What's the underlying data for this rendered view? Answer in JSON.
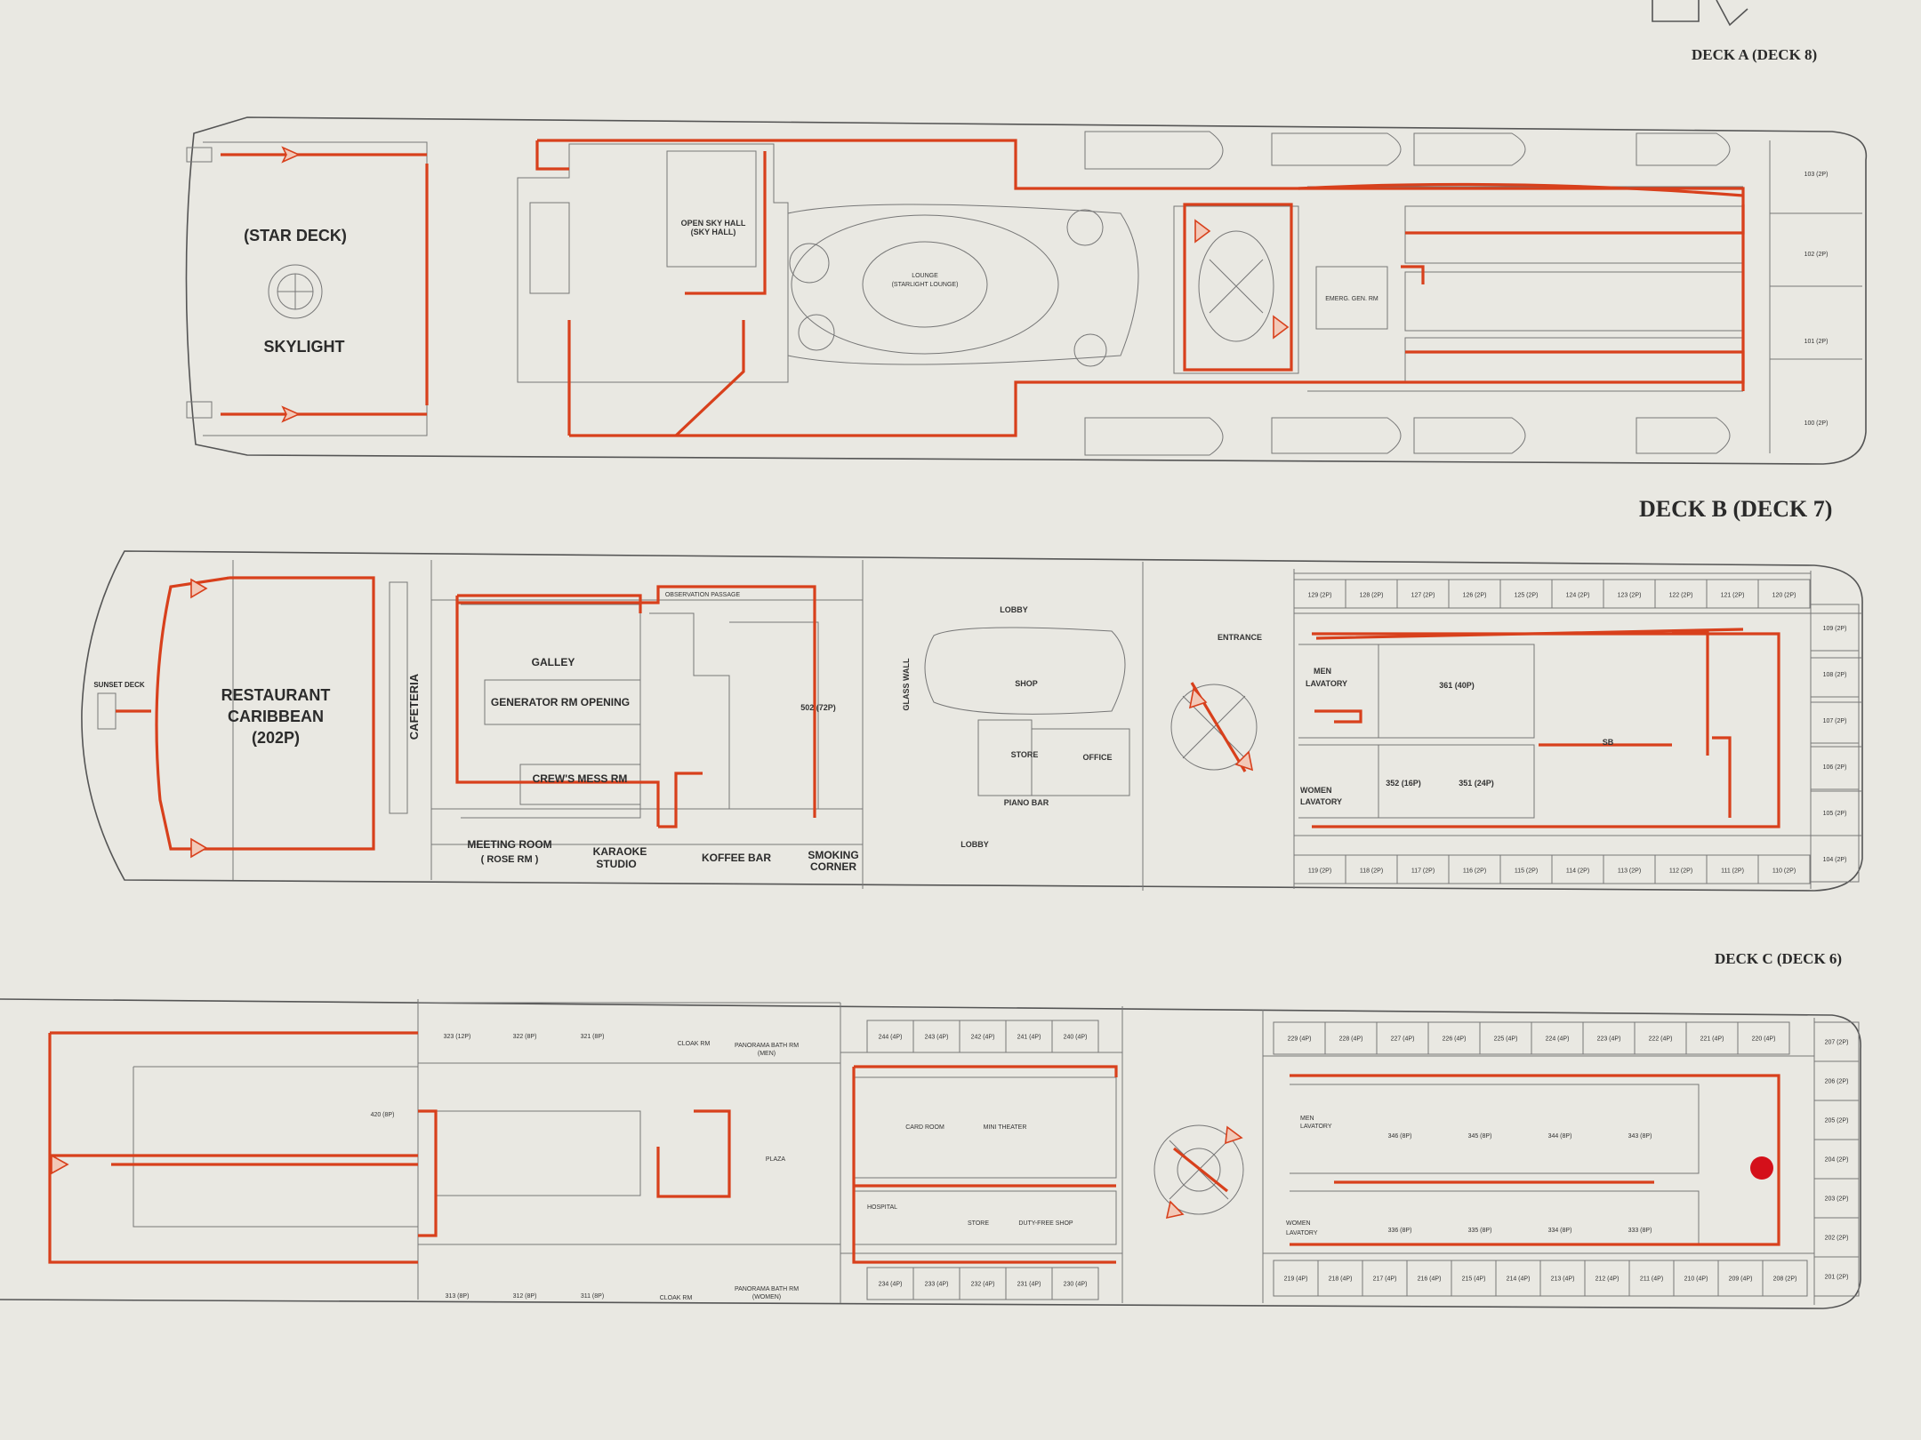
{
  "decks": {
    "a": {
      "title": "DECK A (DECK 8)"
    },
    "b": {
      "title": "DECK B (DECK 7)",
      "labels": {
        "star_deck": "(STAR DECK)",
        "skylight": "SKYLIGHT",
        "open_sky_hall": "OPEN SKY HALL",
        "sky_hall": "(SKY HALL)",
        "lounge": "LOUNGE",
        "starlight_lounge": "(STARLIGHT LOUNGE)",
        "emerg_gen": "EMERG. GEN. RM"
      },
      "cabins": [
        "103 (2P)",
        "102 (2P)",
        "101 (2P)",
        "100 (2P)"
      ]
    },
    "c": {
      "title": "DECK C (DECK 6)",
      "labels": {
        "sunset_deck": "SUNSET DECK",
        "restaurant": "RESTAURANT",
        "restaurant_name": "CARIBBEAN",
        "restaurant_cap": "(202P)",
        "cafeteria": "CAFETERIA",
        "observation_passage": "OBSERVATION PASSAGE",
        "galley": "GALLEY",
        "generator_opening": "GENERATOR RM OPENING",
        "crews_mess": "CREW'S MESS RM",
        "room_502": "502 (72P)",
        "meeting_room": "MEETING ROOM",
        "rose_rm": "( ROSE RM )",
        "karaoke": "KARAOKE",
        "studio": "STUDIO",
        "koffee_bar": "KOFFEE BAR",
        "smoking": "SMOKING",
        "corner": "CORNER",
        "glass_wall": "GLASS WALL",
        "lobby_top": "LOBBY",
        "shop": "SHOP",
        "store": "STORE",
        "office": "OFFICE",
        "piano_bar": "PIANO BAR",
        "lobby_bottom": "LOBBY",
        "entrance": "ENTRANCE",
        "men_lav_1": "MEN",
        "men_lav_2": "LAVATORY",
        "women_lav_1": "WOMEN",
        "women_lav_2": "LAVATORY",
        "room_361": "361 (40P)",
        "room_352": "352 (16P)",
        "room_351": "351 (24P)",
        "room_sb": "SB"
      },
      "cabins_top": [
        "129 (2P)",
        "128 (2P)",
        "127 (2P)",
        "126 (2P)",
        "125 (2P)",
        "124 (2P)",
        "123 (2P)",
        "122 (2P)",
        "121 (2P)",
        "120 (2P)"
      ],
      "cabins_bottom": [
        "119 (2P)",
        "118 (2P)",
        "117 (2P)",
        "116 (2P)",
        "115 (2P)",
        "114 (2P)",
        "113 (2P)",
        "112 (2P)",
        "111 (2P)",
        "110 (2P)"
      ],
      "cabins_bow": [
        "109 (2P)",
        "108 (2P)",
        "107 (2P)",
        "106 (2P)",
        "105 (2P)",
        "104 (2P)"
      ]
    },
    "d": {
      "labels": {
        "room_323": "323 (12P)",
        "room_322": "322 (8P)",
        "room_321": "321 (8P)",
        "room_313": "313 (8P)",
        "room_312": "312 (8P)",
        "room_311": "311 (8P)",
        "cloak_top": "CLOAK RM",
        "cloak_bottom": "CLOAK RM",
        "panorama_men": "PANORAMA BATH RM",
        "men": "(MEN)",
        "panorama_women": "PANORAMA BATH RM",
        "women": "(WOMEN)",
        "plaza": "PLAZA",
        "card_room": "CARD ROOM",
        "mini_theater": "MINI THEATER",
        "hospital": "HOSPITAL",
        "store": "STORE",
        "duty_free": "DUTY-FREE SHOP",
        "men_lav_1": "MEN",
        "men_lav_2": "LAVATORY",
        "women_lav_1": "WOMEN",
        "women_lav_2": "LAVATORY",
        "room_346": "346 (8P)",
        "room_345": "345 (8P)",
        "room_344": "344 (8P)",
        "room_343": "343 (8P)",
        "room_336": "336 (8P)",
        "room_335": "335 (8P)",
        "room_334": "334 (8P)",
        "room_333": "333 (8P)",
        "room_420": "420 (8P)"
      },
      "cabins_mid_top": [
        "244 (4P)",
        "243 (4P)",
        "242 (4P)",
        "241 (4P)",
        "240 (4P)"
      ],
      "cabins_mid_bottom": [
        "234 (4P)",
        "233 (4P)",
        "232 (4P)",
        "231 (4P)",
        "230 (4P)"
      ],
      "cabins_top": [
        "229 (4P)",
        "228 (4P)",
        "227 (4P)",
        "226 (4P)",
        "225 (4P)",
        "224 (4P)",
        "223 (4P)",
        "222 (4P)",
        "221 (4P)",
        "220 (4P)"
      ],
      "cabins_bottom": [
        "219 (4P)",
        "218 (4P)",
        "217 (4P)",
        "216 (4P)",
        "215 (4P)",
        "214 (4P)",
        "213 (4P)",
        "212 (4P)",
        "211 (4P)",
        "210 (4P)",
        "209 (4P)",
        "208 (2P)"
      ],
      "cabins_bow": [
        "207 (2P)",
        "206 (2P)",
        "205 (2P)",
        "204 (2P)",
        "203 (2P)",
        "202 (2P)",
        "201 (2P)"
      ]
    }
  },
  "colors": {
    "paper": "#e9e8e2",
    "route": "#d8401c",
    "you_are_here": "#d4101a"
  }
}
